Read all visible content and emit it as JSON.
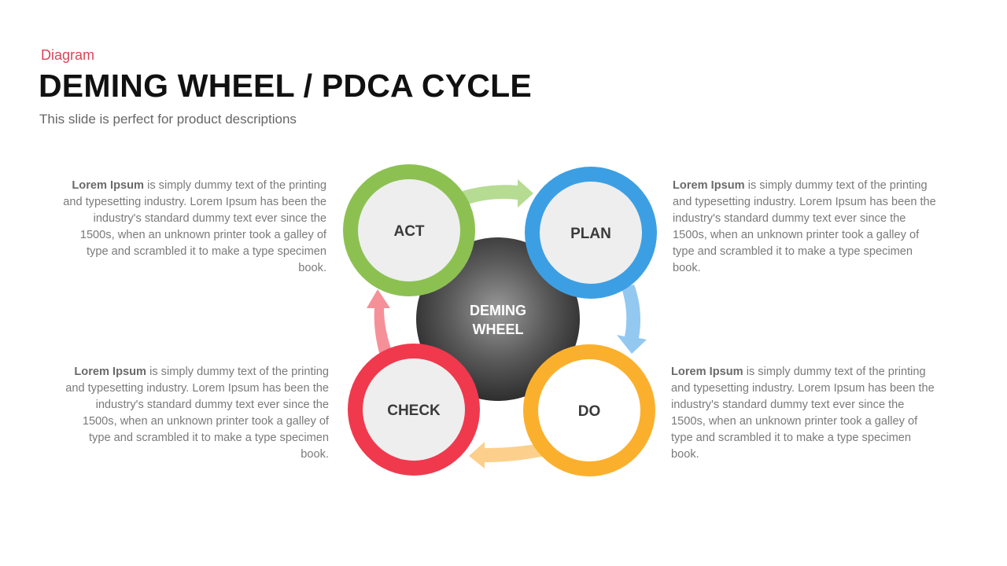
{
  "header": {
    "eyebrow": "Diagram",
    "title": "DEMING WHEEL / PDCA CYCLE",
    "subtitle": "This slide is perfect for product descriptions"
  },
  "hub": {
    "line1": "DEMING",
    "line2": "WHEEL"
  },
  "nodes": {
    "act": {
      "label": "ACT",
      "color": "#8cc152"
    },
    "plan": {
      "label": "PLAN",
      "color": "#3d9fe3"
    },
    "do": {
      "label": "DO",
      "color": "#fbb02d"
    },
    "check": {
      "label": "CHECK",
      "color": "#f0394d"
    }
  },
  "arrows": {
    "act_to_plan": "#b6db92",
    "plan_to_do": "#93c8f0",
    "do_to_check": "#fcd08c",
    "check_to_act": "#f59098"
  },
  "descriptions": {
    "top_left": {
      "bold": "Lorem Ipsum",
      "text": " is simply dummy text of the printing and typesetting industry. Lorem Ipsum has been the industry's standard dummy text ever since the 1500s, when an unknown printer took a galley of type and scrambled it to make a type specimen book."
    },
    "top_right": {
      "bold": "Lorem Ipsum",
      "text": " is simply dummy text of the printing and typesetting industry. Lorem Ipsum has been the industry's standard dummy text ever since the 1500s, when an unknown printer took a galley of type and scrambled it to make a type specimen book."
    },
    "bottom_left": {
      "bold": "Lorem Ipsum",
      "text": " is simply dummy text of the printing and typesetting industry. Lorem Ipsum has been the industry's standard dummy text ever since the 1500s, when an unknown printer took a galley of type and scrambled it to make a type specimen book."
    },
    "bottom_right": {
      "bold": "Lorem Ipsum",
      "text": " is simply dummy text of the printing and typesetting industry. Lorem Ipsum has been the industry's standard dummy text ever since the 1500s, when an unknown printer took a galley of type and scrambled it to make a type specimen book."
    }
  }
}
